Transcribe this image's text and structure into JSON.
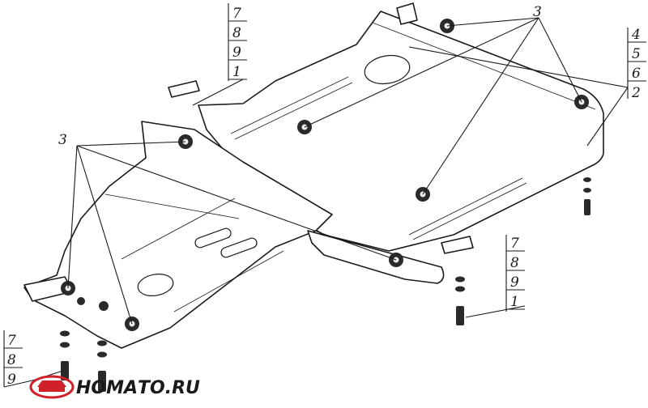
{
  "callouts": {
    "top_left_stack": [
      "7",
      "8",
      "9",
      "1"
    ],
    "top_right_stack": [
      "4",
      "5",
      "6",
      "2"
    ],
    "right_bottom_stack": [
      "7",
      "8",
      "9",
      "1"
    ],
    "bottom_left_stack": [
      "7",
      "8",
      "9"
    ],
    "top_center_label": "3",
    "left_label": "3"
  },
  "logo": {
    "text": "НОМАТО.RU",
    "icon": "car-front-logo-icon",
    "accent": "#d0202a"
  }
}
